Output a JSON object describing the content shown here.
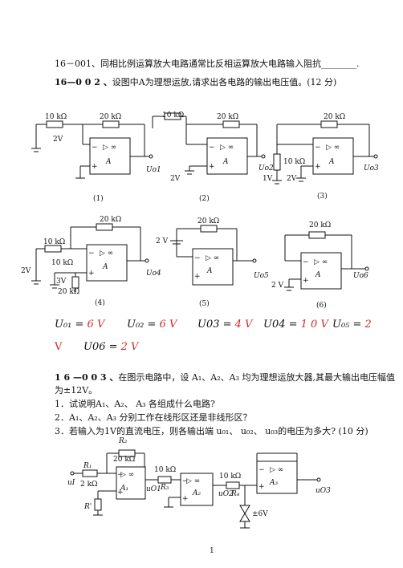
{
  "q1": {
    "text": "16－001、同相比例运算放大电路通常比反相运算放大电路输入阻抗________."
  },
  "q2": {
    "num": "16—0 0 2 、",
    "text": "设图中A为理想运放,请求出各电路的输出电压值。(12 分)",
    "circuits": [
      {
        "caption": "(1)",
        "r_in": "10 kΩ",
        "r_f": "20 kΩ",
        "src": "2V",
        "amp": "A",
        "out": "Uo1"
      },
      {
        "caption": "(2)",
        "r_in": "10 kΩ",
        "r_f": "20 kΩ",
        "src": "2V",
        "amp": "A",
        "out": "Uo2"
      },
      {
        "caption": "(3)",
        "r_in": "10 kΩ",
        "r_f": "20 kΩ",
        "src1": "1V",
        "src2": "2V",
        "amp": "A",
        "out": "Uo3"
      },
      {
        "caption": "(4)",
        "r_in": "10 kΩ",
        "r_f": "20 kΩ",
        "r_p1": "10 kΩ",
        "r_p2": "20 kΩ",
        "src1": "2V",
        "src2": "3V",
        "amp": "A",
        "out": "Uo4"
      },
      {
        "caption": "(5)",
        "r_f": "20 kΩ",
        "src": "2 V",
        "amp": "A",
        "out": "Uo5"
      },
      {
        "caption": "(6)",
        "r_f": "20 kΩ",
        "src": "2 V",
        "amp": "A",
        "out": "Uo6"
      }
    ],
    "answers": [
      {
        "label": "U₀₁ = ",
        "value": "6 V"
      },
      {
        "label": "U₀₂ = ",
        "value": "6 V"
      },
      {
        "label": "U03 = ",
        "value": "4 V"
      },
      {
        "label": "U04 = ",
        "value": "1 0 V"
      },
      {
        "label": "U₀₅ = ",
        "value": "2"
      },
      {
        "label": "",
        "value": "V"
      },
      {
        "label": "U06 = ",
        "value": "2 V"
      }
    ]
  },
  "q3": {
    "num": "1 6 —0 0 3 、",
    "text1": "在图示电路中，设 A₁、A₂、A₃ 均为理想运放大器,其最大输出电压幅值",
    "text2": "为±12V。",
    "items": [
      "1．试说明A₁、A₂、 A₃ 各组成什么电路?",
      "2．A₁、A₂、A₃ 分别工作在线形区还是非线形区？",
      "3．若输入为1V的直流电压，则各输出端 u₀₁、 u₀₂、 u₀₃的电压为多大? (10 分)"
    ],
    "circuit": {
      "r1": "R₁",
      "r1v": "2 kΩ",
      "r2": "R₂",
      "r2v": "20 kΩ",
      "r3": "R₃",
      "r3v": "10 kΩ",
      "r4": "R₄",
      "r4v": "10 kΩ",
      "rp": "R'",
      "ui": "uI",
      "uo1": "uO1",
      "uo2": "uO2",
      "uo3": "uO3",
      "a1": "A₁",
      "a2": "A₂",
      "a3": "A₃",
      "zener": "±6V"
    }
  },
  "page_number": "1"
}
